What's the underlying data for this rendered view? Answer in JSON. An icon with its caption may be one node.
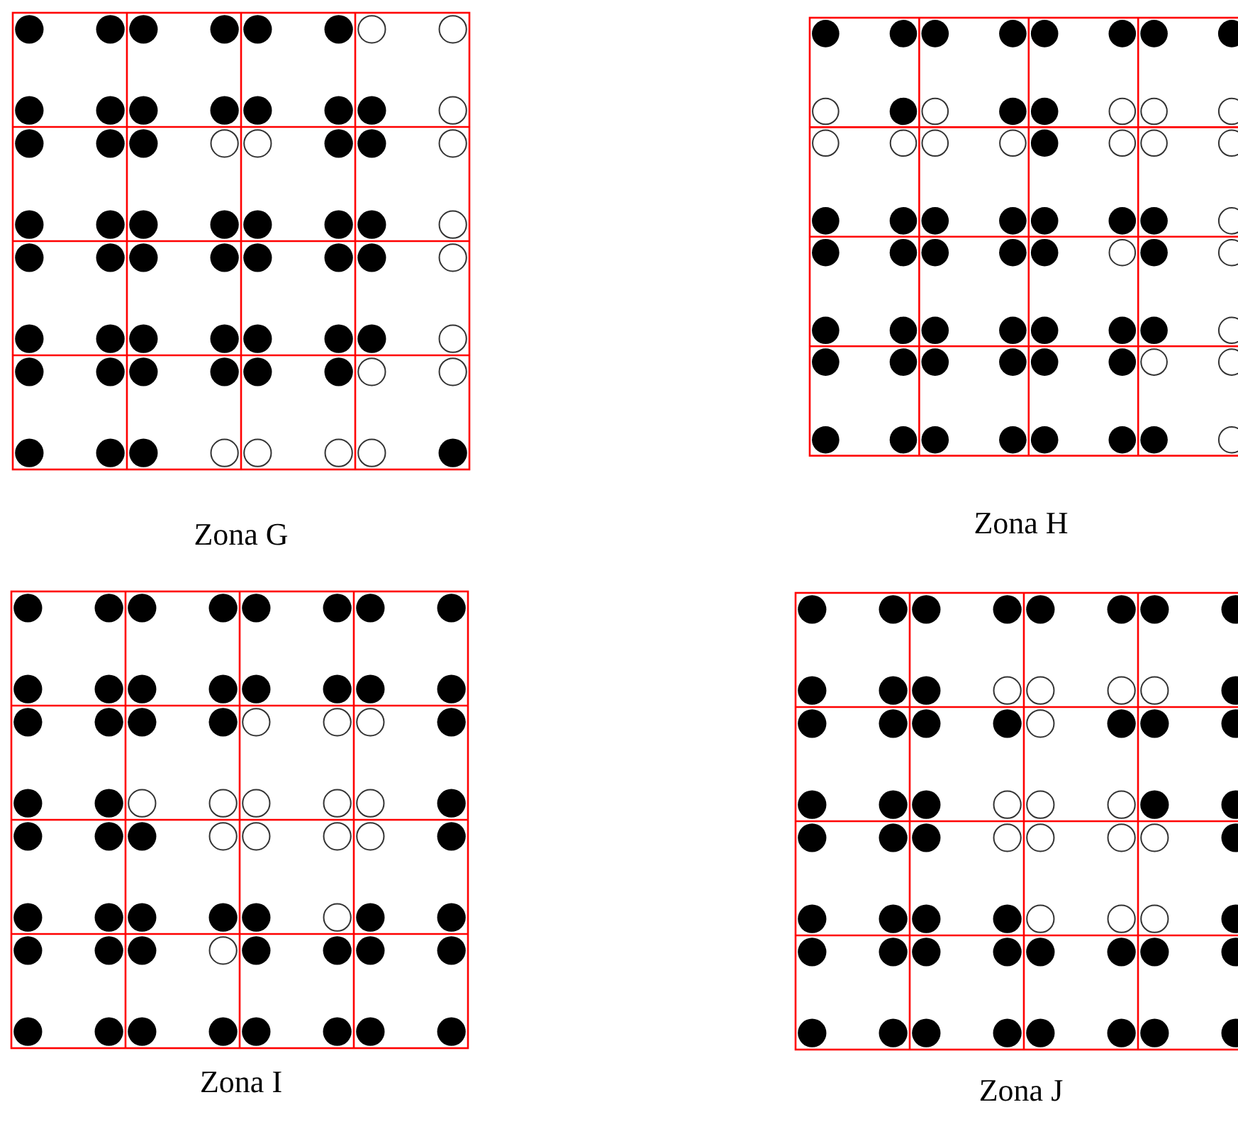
{
  "diagram": {
    "labels": [
      "Zona G",
      "Zona H",
      "Zona I",
      "Zona J"
    ]
  }
}
